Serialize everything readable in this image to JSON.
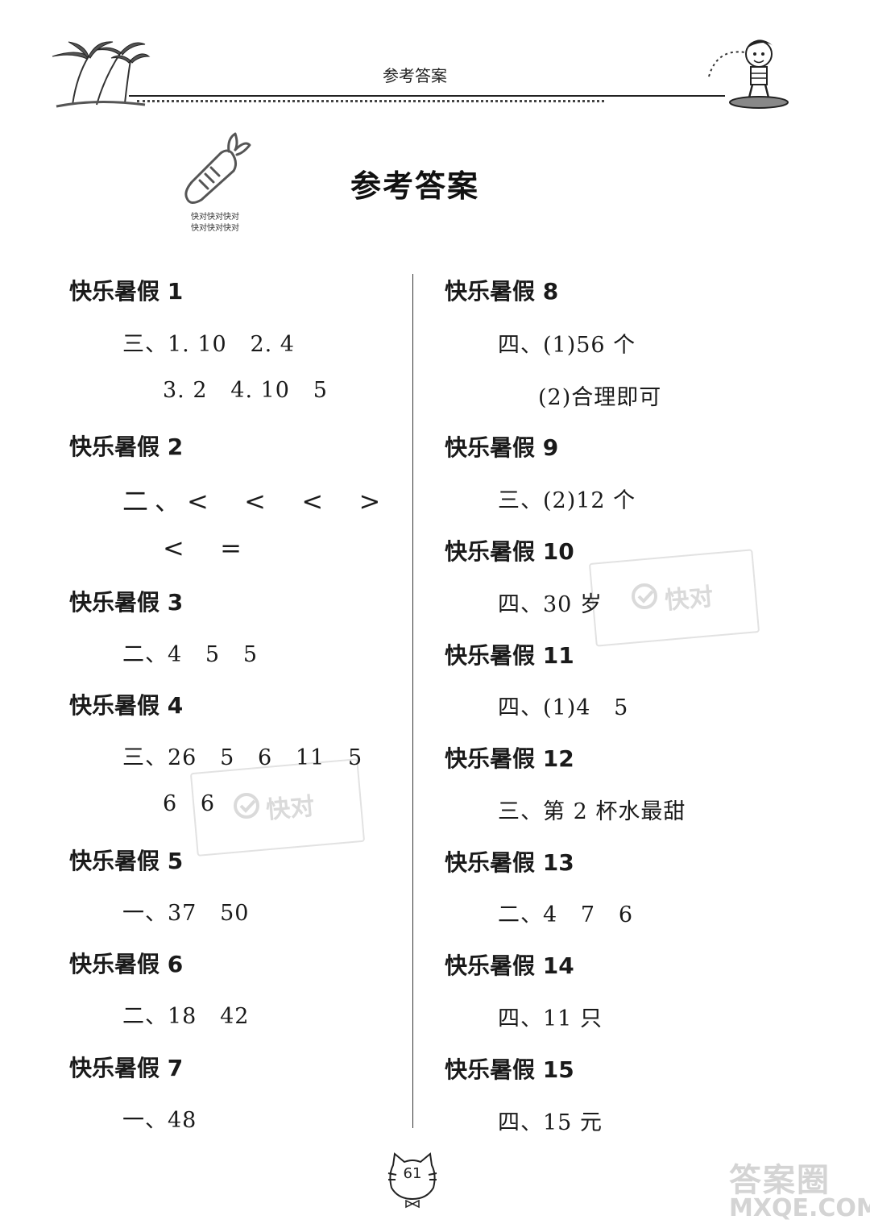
{
  "header": {
    "title": "参考答案"
  },
  "page_title": "参考答案",
  "carrot_caption": [
    "快对快对快对",
    "快对快对快对"
  ],
  "left_column": [
    {
      "heading": "快乐暑假 1",
      "answers": [
        "三、1. 10   2. 4",
        "3. 2   4. 10   5"
      ]
    },
    {
      "heading": "快乐暑假 2",
      "answers": [
        "二、<  <  <  >",
        "<  ="
      ]
    },
    {
      "heading": "快乐暑假 3",
      "answers": [
        "二、4   5   5"
      ]
    },
    {
      "heading": "快乐暑假 4",
      "answers": [
        "三、26   5   6   11   5",
        "6   6"
      ]
    },
    {
      "heading": "快乐暑假 5",
      "answers": [
        "一、37   50"
      ]
    },
    {
      "heading": "快乐暑假 6",
      "answers": [
        "二、18   42"
      ]
    },
    {
      "heading": "快乐暑假 7",
      "answers": [
        "一、48"
      ]
    }
  ],
  "right_column": [
    {
      "heading": "快乐暑假 8",
      "answers": [
        "四、(1)56 个",
        "(2)合理即可"
      ]
    },
    {
      "heading": "快乐暑假 9",
      "answers": [
        "三、(2)12 个"
      ]
    },
    {
      "heading": "快乐暑假 10",
      "answers": [
        "四、30 岁"
      ]
    },
    {
      "heading": "快乐暑假 11",
      "answers": [
        "四、(1)4   5"
      ]
    },
    {
      "heading": "快乐暑假 12",
      "answers": [
        "三、第 2 杯水最甜"
      ]
    },
    {
      "heading": "快乐暑假 13",
      "answers": [
        "二、4   7   6"
      ]
    },
    {
      "heading": "快乐暑假 14",
      "answers": [
        "四、11 只"
      ]
    },
    {
      "heading": "快乐暑假 15",
      "answers": [
        "四、15 元"
      ]
    }
  ],
  "watermarks": [
    "快对",
    "快对"
  ],
  "page_number": "61",
  "corner_watermark": {
    "line1": "答案圈",
    "line2": "MXQE.COM"
  }
}
